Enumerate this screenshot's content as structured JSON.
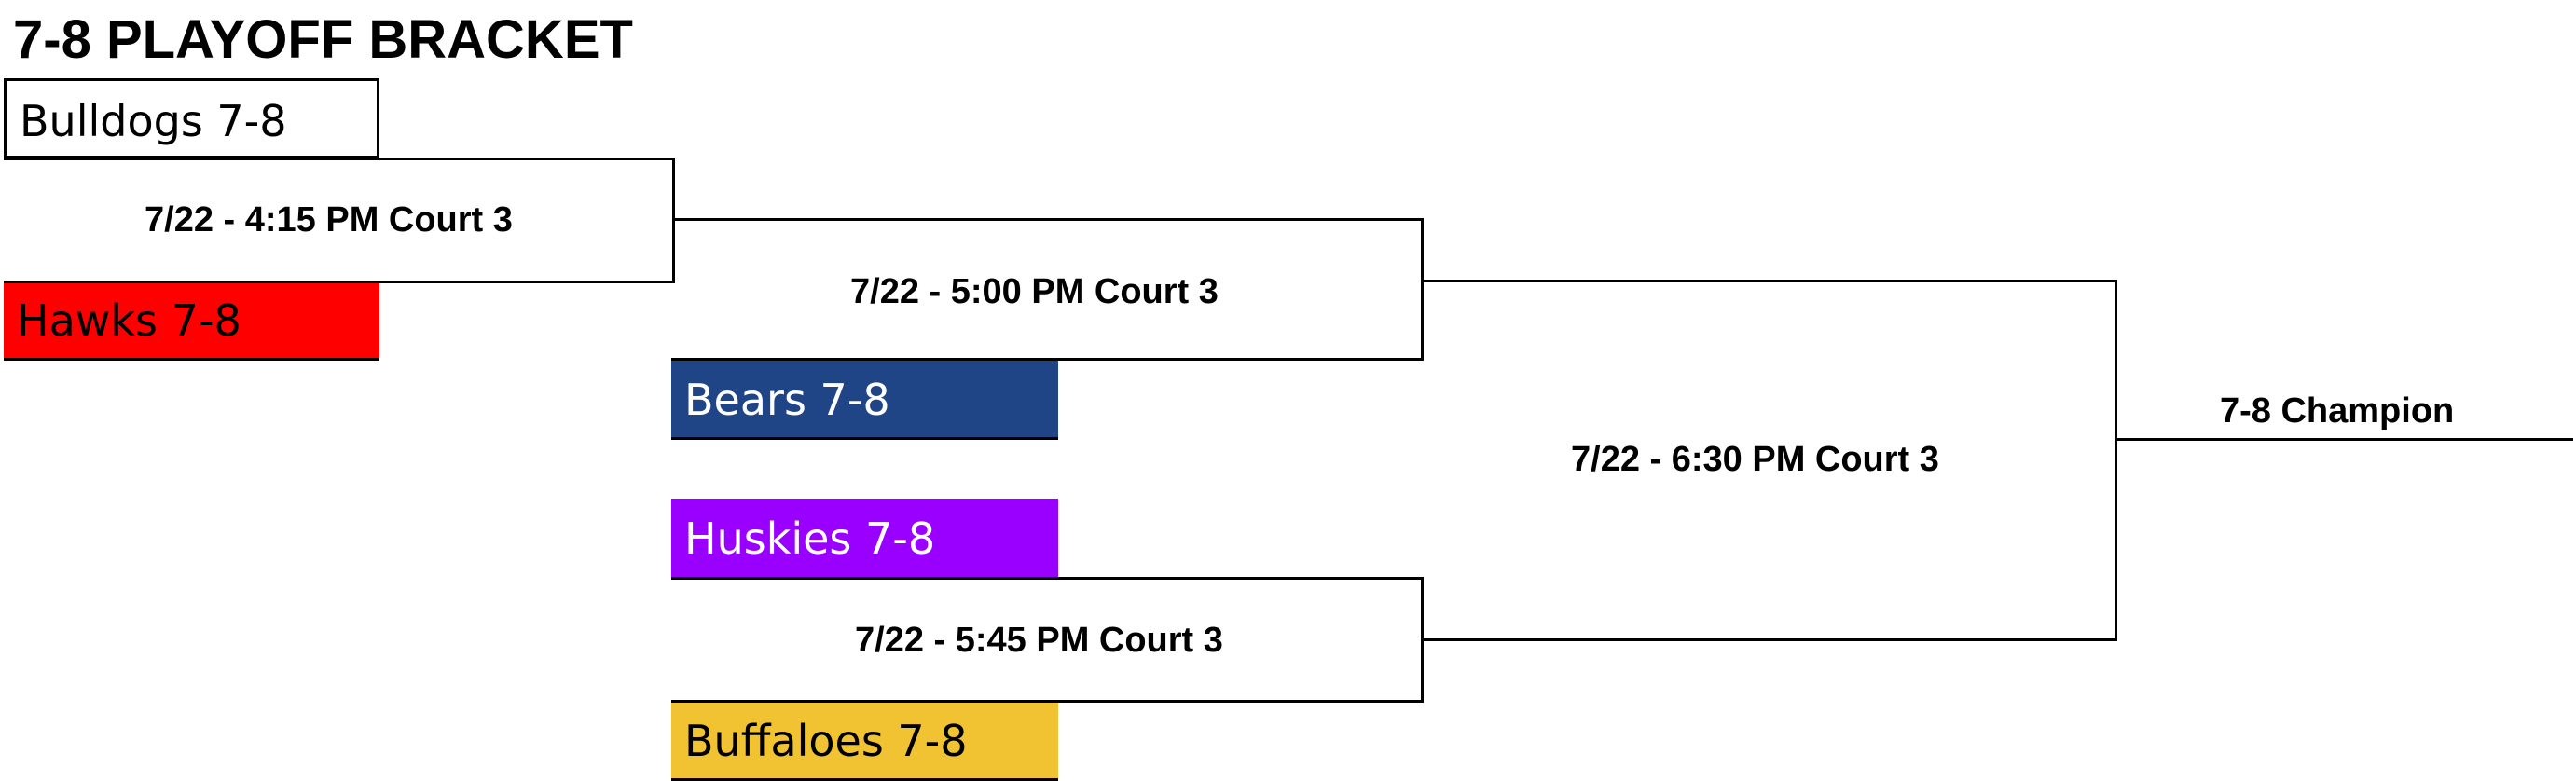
{
  "bracket": {
    "title": "7-8 PLAYOFF BRACKET",
    "teams": [
      {
        "name": "Bulldogs 7-8",
        "fill": "#ffffff",
        "text_color": "#000000"
      },
      {
        "name": "Hawks 7-8",
        "fill": "#ff0000",
        "text_color": "#000000"
      },
      {
        "name": "Bears 7-8",
        "fill": "#1f4586",
        "text_color": "#ffffff"
      },
      {
        "name": "Huskies 7-8",
        "fill": "#9900ff",
        "text_color": "#ffffff"
      },
      {
        "name": "Buffaloes 7-8",
        "fill": "#f1c232",
        "text_color": "#000000"
      }
    ],
    "games": [
      {
        "label": "7/22 - 4:15 PM Court 3"
      },
      {
        "label": "7/22 - 5:00 PM Court 3"
      },
      {
        "label": "7/22 - 5:45 PM Court 3"
      },
      {
        "label": "7/22 - 6:30 PM Court 3"
      }
    ],
    "champion_label": "7-8 Champion"
  }
}
